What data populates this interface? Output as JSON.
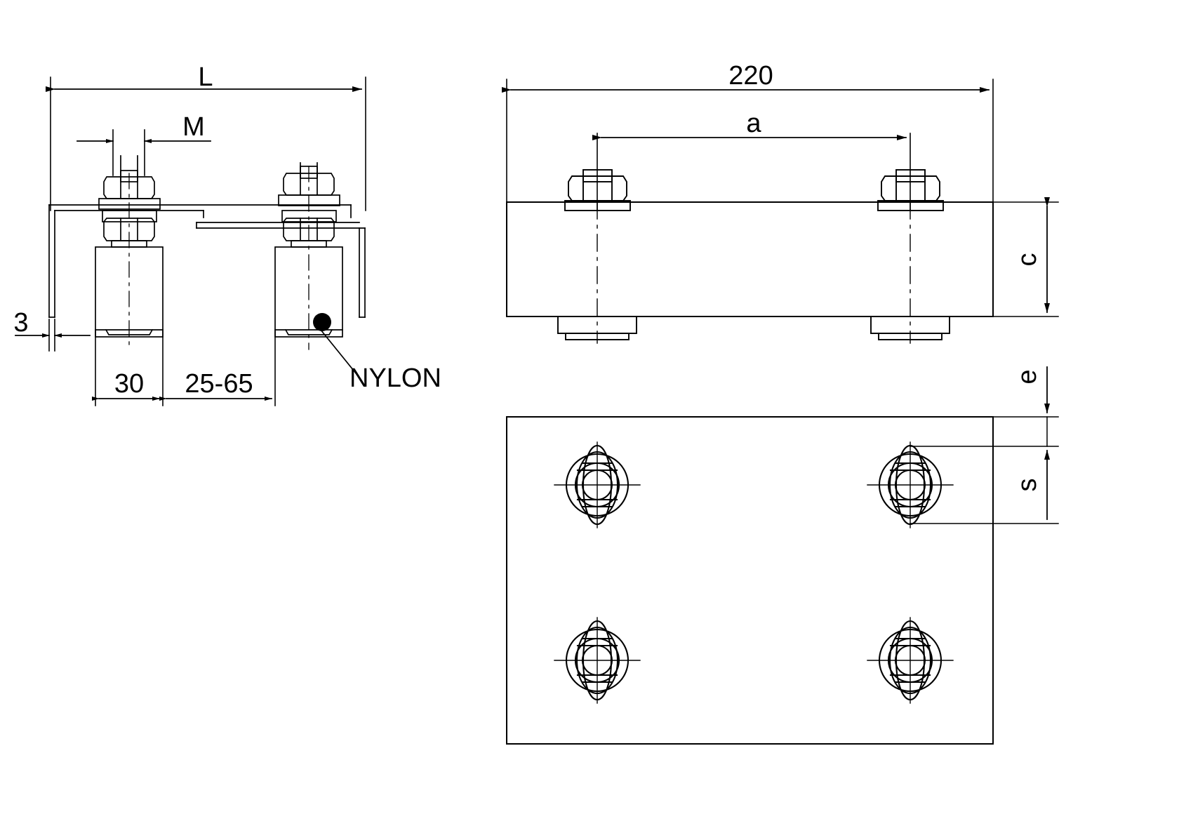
{
  "drawing": {
    "title": "Roller guide bracket assembly - technical drawing",
    "background_color": "#ffffff",
    "line_color": "#000000",
    "sheet_width": 1680,
    "sheet_height": 1187
  },
  "views": {
    "front_left": {
      "name": "front-elevation-left",
      "dimensions": {
        "overall_length": "L",
        "bolt_thread": "M",
        "plate_thickness": "3",
        "roller_width": "30",
        "roller_gap": "25-65"
      },
      "callouts": {
        "material": "NYLON"
      }
    },
    "front_right": {
      "name": "front-elevation-right",
      "dimensions": {
        "overall_width": "220",
        "bolt_spacing": "a",
        "body_height": "c"
      }
    },
    "plan_right": {
      "name": "plan-view-bottom-right",
      "dimensions": {
        "edge_distance": "e",
        "bolt_row_spacing": "s"
      }
    }
  },
  "labels": {
    "L": "L",
    "M": "M",
    "three": "3",
    "thirty": "30",
    "range": "25-65",
    "nylon": "NYLON",
    "twenty_twenty": "220",
    "a": "a",
    "c": "c",
    "e": "e",
    "s": "s"
  }
}
